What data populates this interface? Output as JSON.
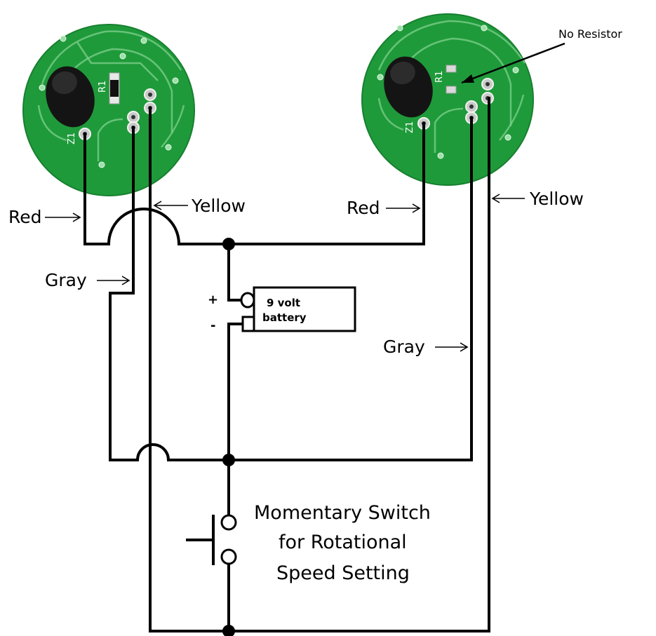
{
  "labels": {
    "red_left": "Red",
    "yellow_left": "Yellow",
    "gray_left": "Gray",
    "red_right": "Red",
    "yellow_right": "Yellow",
    "gray_right": "Gray",
    "no_resistor": "No Resistor",
    "plus": "+",
    "minus": "-",
    "battery_line1": "9 volt",
    "battery_line2": "battery",
    "switch_line1": "Momentary Switch",
    "switch_line2": "for Rotational",
    "switch_line3": "Speed Setting"
  },
  "boards": {
    "left": {
      "resistor_label": "R1",
      "component_label": "Z1"
    },
    "right": {
      "resistor_label": "R1",
      "component_label": "Z1"
    }
  },
  "colors": {
    "pcb": "#1f9a3a",
    "wire": "#000000",
    "background": "#ffffff"
  }
}
